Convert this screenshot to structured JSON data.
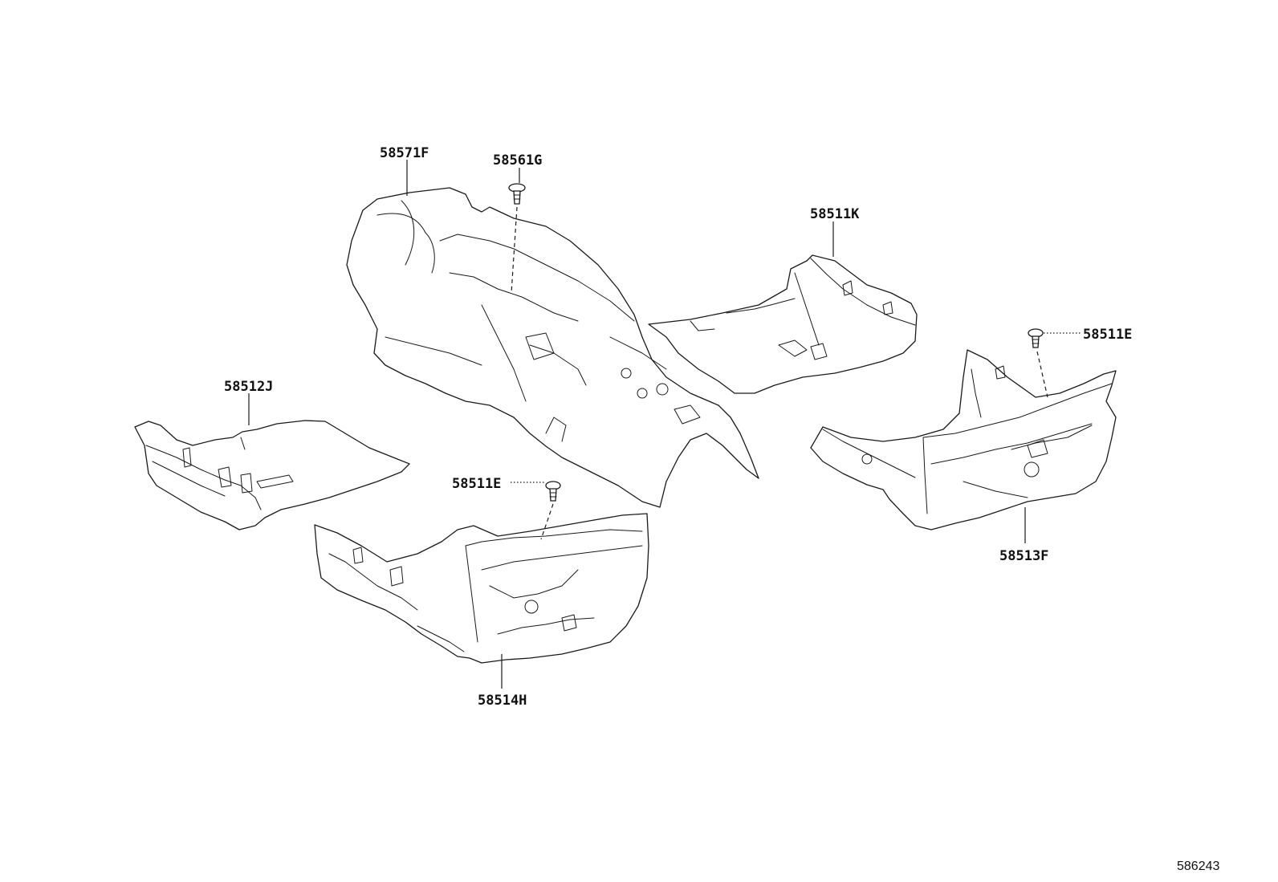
{
  "labels": {
    "p58571F": "58571F",
    "p58561G": "58561G",
    "p58511K": "58511K",
    "p58511E_right": "58511E",
    "p58512J": "58512J",
    "p58511E_center": "58511E",
    "p58513F": "58513F",
    "p58514H": "58514H"
  },
  "figure_id": "586243"
}
